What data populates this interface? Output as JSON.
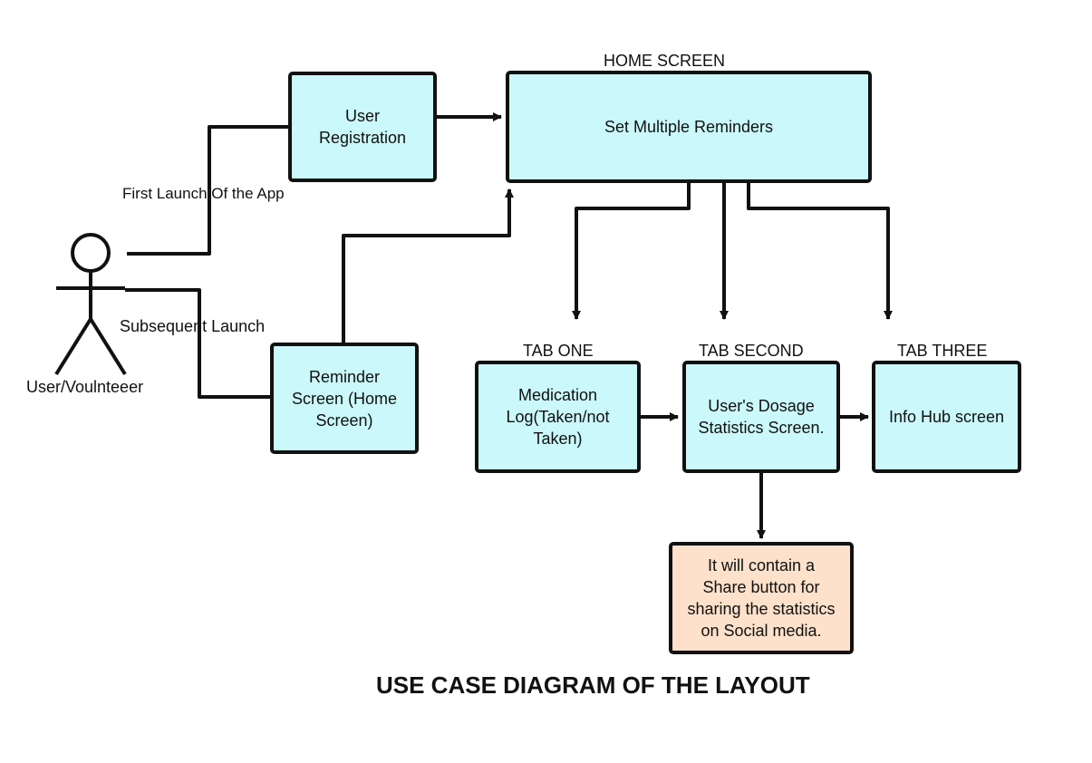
{
  "actor": {
    "label": "User/Voulnteeer"
  },
  "edges": {
    "first_launch": "First Launch Of the App",
    "subsequent_launch": "Subsequent Launch"
  },
  "boxes": {
    "user_registration": "User\nRegistration",
    "reminder_screen": "Reminder\nScreen  (Home\nScreen)",
    "home": "Set Multiple Reminders",
    "tab_one": "Medication\nLog(Taken/not\nTaken)",
    "tab_second": "User's Dosage\nStatistics Screen.",
    "tab_three": "Info Hub screen",
    "share_note": "It will contain a\nShare button for\nsharing the statistics\non Social media."
  },
  "headers": {
    "home": "HOME SCREEN",
    "tab_one": "TAB ONE",
    "tab_second": "TAB SECOND",
    "tab_three": "TAB THREE"
  },
  "title": "USE CASE DIAGRAM OF THE LAYOUT",
  "colors": {
    "box_fill": "#cbf8fa",
    "note_fill": "#fde1cb",
    "stroke": "#111111"
  }
}
